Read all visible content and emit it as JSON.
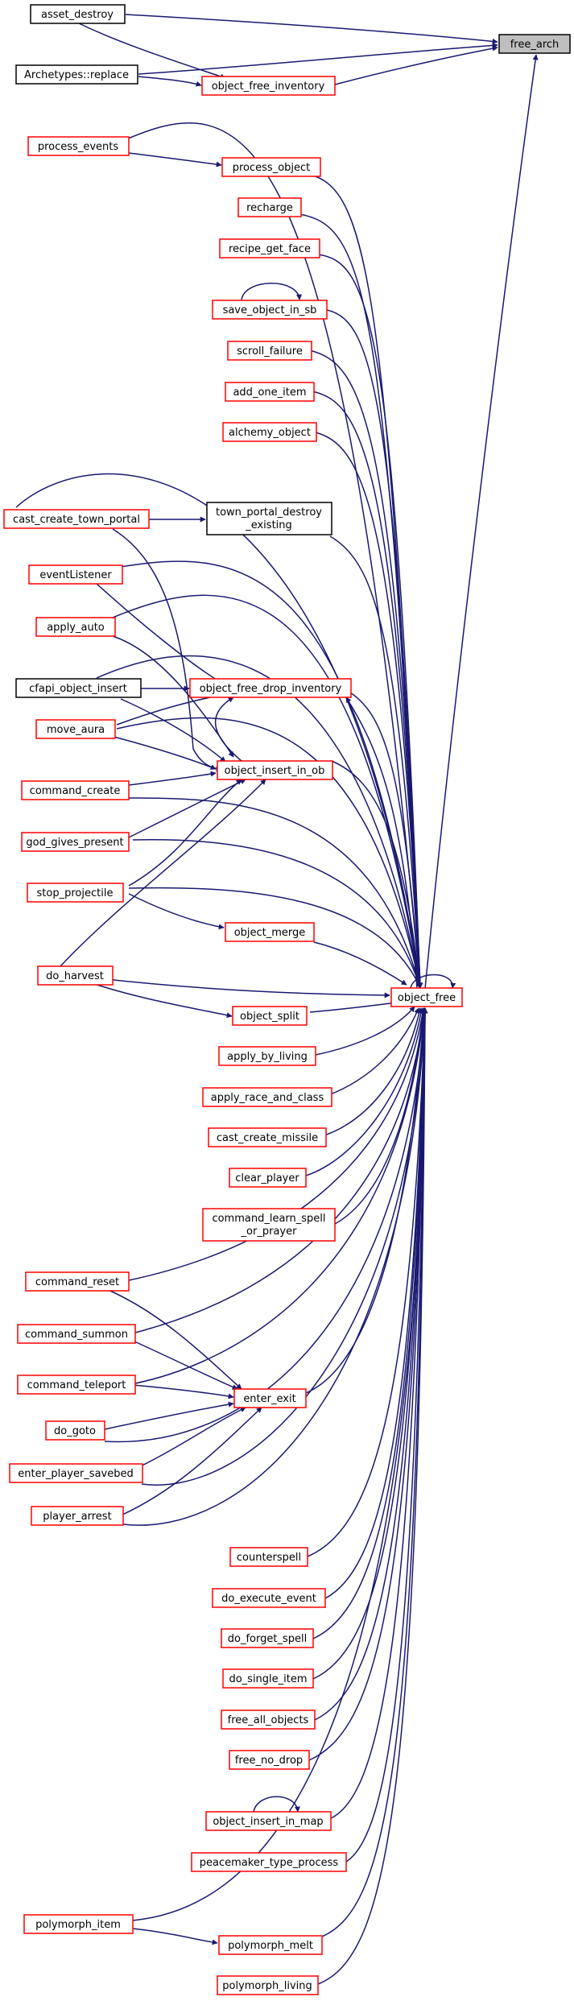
{
  "colors": {
    "edge": "#191970",
    "caller_border": "#ff0000",
    "plain_border": "#000000",
    "root_fill": "#bfbfbf"
  },
  "nodes": {
    "free_arch": "free_arch",
    "asset_destroy": "asset_destroy",
    "archetypes_replace": "Archetypes::replace",
    "object_free_inventory": "object_free_inventory",
    "process_events": "process_events",
    "process_object": "process_object",
    "recharge": "recharge",
    "recipe_get_face": "recipe_get_face",
    "save_object_in_sb": "save_object_in_sb",
    "scroll_failure": "scroll_failure",
    "add_one_item": "add_one_item",
    "alchemy_object": "alchemy_object",
    "cast_create_town_portal": "cast_create_town_portal",
    "town_portal_destroy_existing_1": "town_portal_destroy",
    "town_portal_destroy_existing_2": "_existing",
    "eventListener": "eventListener",
    "apply_auto": "apply_auto",
    "cfapi_object_insert": "cfapi_object_insert",
    "object_free_drop_inventory": "object_free_drop_inventory",
    "move_aura": "move_aura",
    "object_insert_in_ob": "object_insert_in_ob",
    "command_create": "command_create",
    "god_gives_present": "god_gives_present",
    "stop_projectile": "stop_projectile",
    "object_merge": "object_merge",
    "do_harvest": "do_harvest",
    "object_free": "object_free",
    "object_split": "object_split",
    "apply_by_living": "apply_by_living",
    "apply_race_and_class": "apply_race_and_class",
    "cast_create_missile": "cast_create_missile",
    "clear_player": "clear_player",
    "command_learn_spell_or_prayer_1": "command_learn_spell",
    "command_learn_spell_or_prayer_2": "_or_prayer",
    "command_reset": "command_reset",
    "command_summon": "command_summon",
    "command_teleport": "command_teleport",
    "enter_exit": "enter_exit",
    "do_goto": "do_goto",
    "enter_player_savebed": "enter_player_savebed",
    "player_arrest": "player_arrest",
    "counterspell": "counterspell",
    "do_execute_event": "do_execute_event",
    "do_forget_spell": "do_forget_spell",
    "do_single_item": "do_single_item",
    "free_all_objects": "free_all_objects",
    "free_no_drop": "free_no_drop",
    "object_insert_in_map": "object_insert_in_map",
    "peacemaker_type_process": "peacemaker_type_process",
    "polymorph_item": "polymorph_item",
    "polymorph_melt": "polymorph_melt",
    "polymorph_living": "polymorph_living"
  }
}
